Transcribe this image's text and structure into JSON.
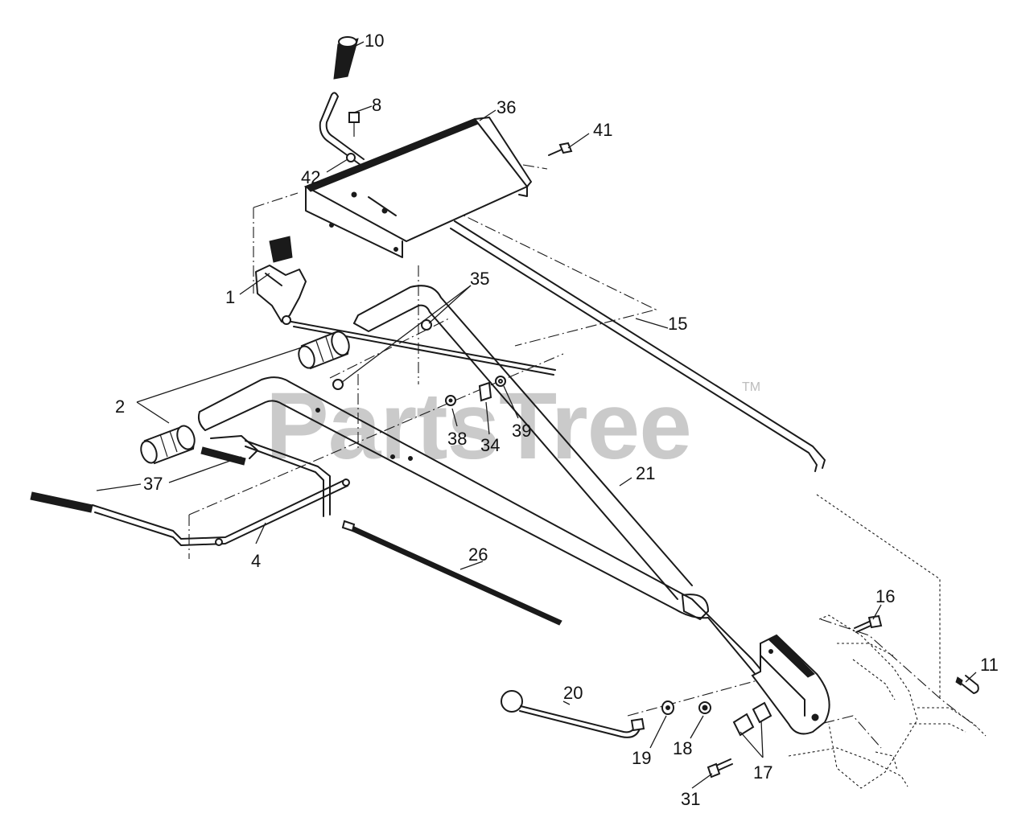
{
  "watermark": {
    "text": "PartsTree",
    "trademark": "TM"
  },
  "callouts": {
    "p1": "1",
    "p2": "2",
    "p4": "4",
    "p8": "8",
    "p10": "10",
    "p11": "11",
    "p15": "15",
    "p16": "16",
    "p17": "17",
    "p18": "18",
    "p19": "19",
    "p20": "20",
    "p21": "21",
    "p26": "26",
    "p31": "31",
    "p34": "34",
    "p35": "35",
    "p36": "36",
    "p37": "37",
    "p38": "38",
    "p39": "39",
    "p41": "41",
    "p42": "42"
  }
}
